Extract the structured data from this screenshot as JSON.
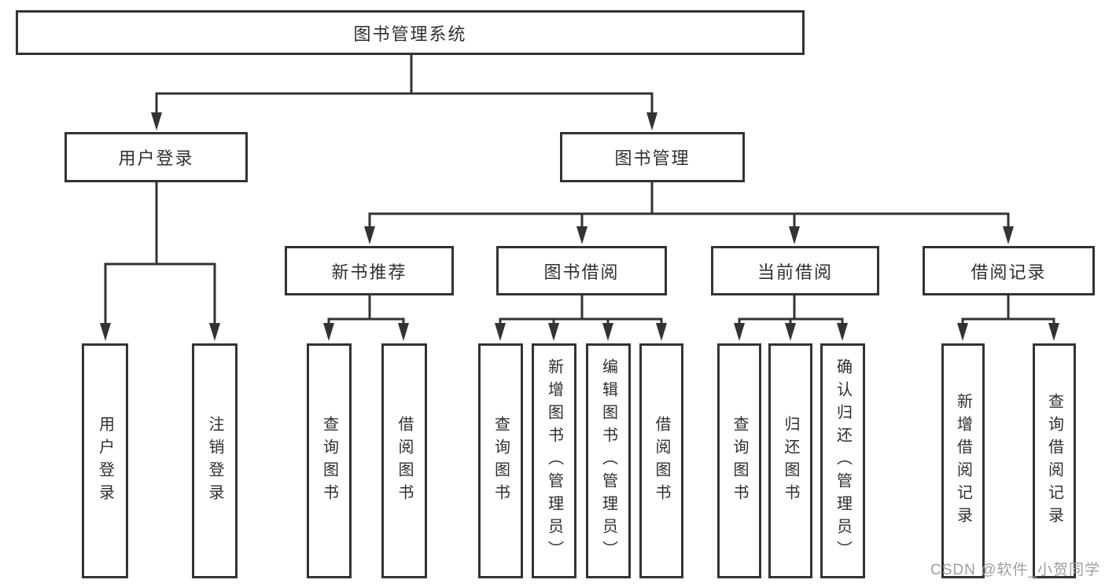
{
  "diagram": {
    "root": {
      "label": "图书管理系统"
    },
    "level2": {
      "user_login": {
        "label": "用户登录"
      },
      "book_mgmt": {
        "label": "图书管理"
      }
    },
    "level3": {
      "new_book_rec": {
        "label": "新书推荐"
      },
      "book_borrow": {
        "label": "图书借阅"
      },
      "current_borrow": {
        "label": "当前借阅"
      },
      "borrow_records": {
        "label": "借阅记录"
      }
    },
    "leaves": {
      "user_login_leaf": {
        "label": "用户登录"
      },
      "logout": {
        "label": "注销登录"
      },
      "rec_query_books": {
        "label": "查询图书"
      },
      "rec_borrow_books": {
        "label": "借阅图书"
      },
      "borrow_query_books": {
        "label": "查询图书"
      },
      "borrow_add_books": {
        "label": "新增图书（管理员）"
      },
      "borrow_edit_books": {
        "label": "编辑图书（管理员）"
      },
      "borrow_borrow_books": {
        "label": "借阅图书"
      },
      "current_query_books": {
        "label": "查询图书"
      },
      "current_return_books": {
        "label": "归还图书"
      },
      "current_confirm_return": {
        "label": "确认归还（管理员）"
      },
      "records_add_record": {
        "label": "新增借阅记录"
      },
      "records_query_record": {
        "label": "查询借阅记录"
      }
    }
  },
  "watermark": {
    "text": "CSDN @软件_小贺同学"
  },
  "colors": {
    "line": "#333333",
    "text": "#2f2f2f",
    "watermark": "#9e9e9e",
    "box_background": "#ffffff"
  }
}
